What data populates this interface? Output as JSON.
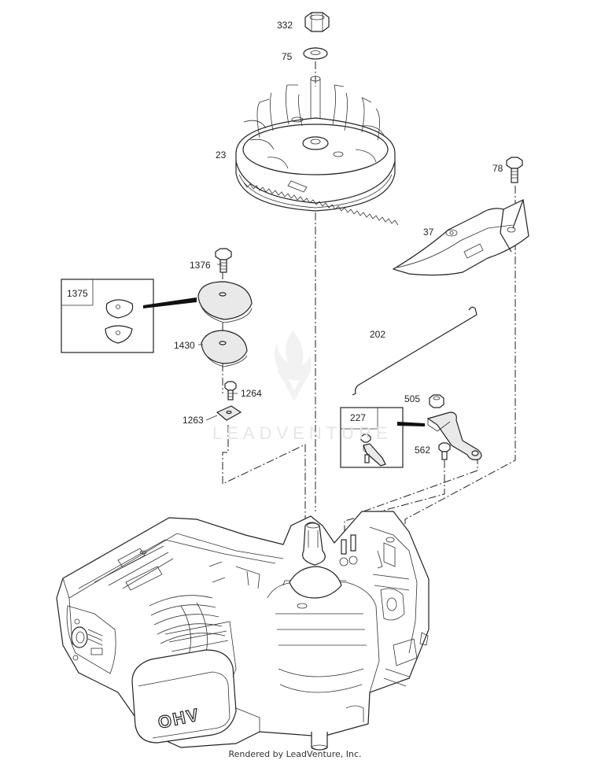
{
  "parts": {
    "p332": "332",
    "p75": "75",
    "p23": "23",
    "p78": "78",
    "p37": "37",
    "p1376": "1376",
    "p1375": "1375",
    "p1430": "1430",
    "p202": "202",
    "p1264": "1264",
    "p505": "505",
    "p1263": "1263",
    "p227": "227",
    "p562": "562"
  },
  "engine": {
    "cover_text": "OHV"
  },
  "watermark": "LEADVENTURE",
  "footer": "Rendered by LeadVenture, Inc."
}
